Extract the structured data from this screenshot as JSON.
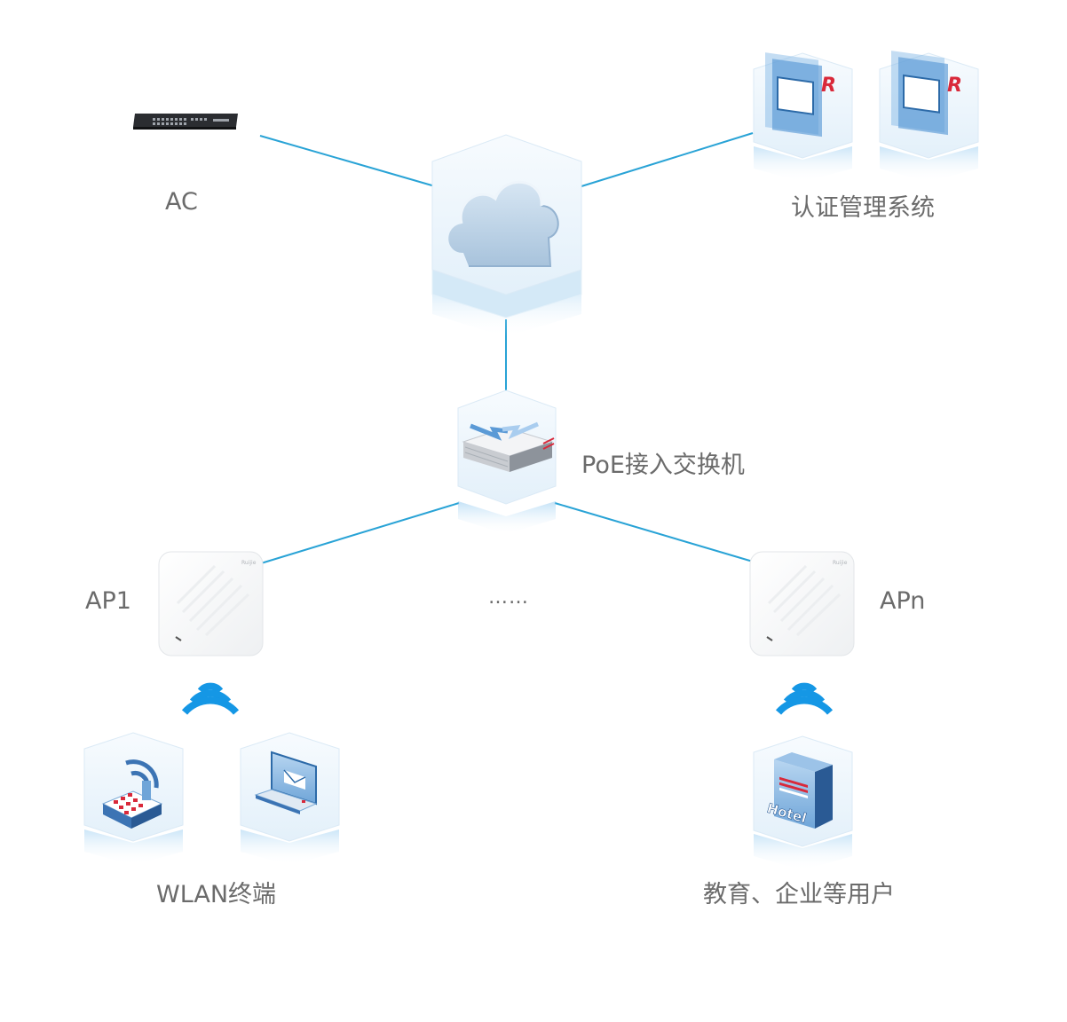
{
  "labels": {
    "ac": "AC",
    "auth": "认证管理系统",
    "poe": "PoE接入交换机",
    "ap1": "AP1",
    "apn": "APn",
    "ellipsis": "……",
    "wlan": "WLAN终端",
    "users": "教育、企业等用户",
    "hotel": "Hotel",
    "brand": "Ruijie"
  },
  "colors": {
    "link": "#29a3d6",
    "tile_top": "#eef6fc",
    "tile_side": "#cfe6f6",
    "glow": "#a9d4f2",
    "accent_red": "#d9293a",
    "wifi_blue": "#1597e5"
  },
  "icons": [
    "switch-device-icon",
    "cloud-icon",
    "auth-server-icon",
    "poe-switch-icon",
    "access-point-icon",
    "wifi-signal-icon",
    "wireless-phone-icon",
    "laptop-icon",
    "hotel-building-icon"
  ]
}
